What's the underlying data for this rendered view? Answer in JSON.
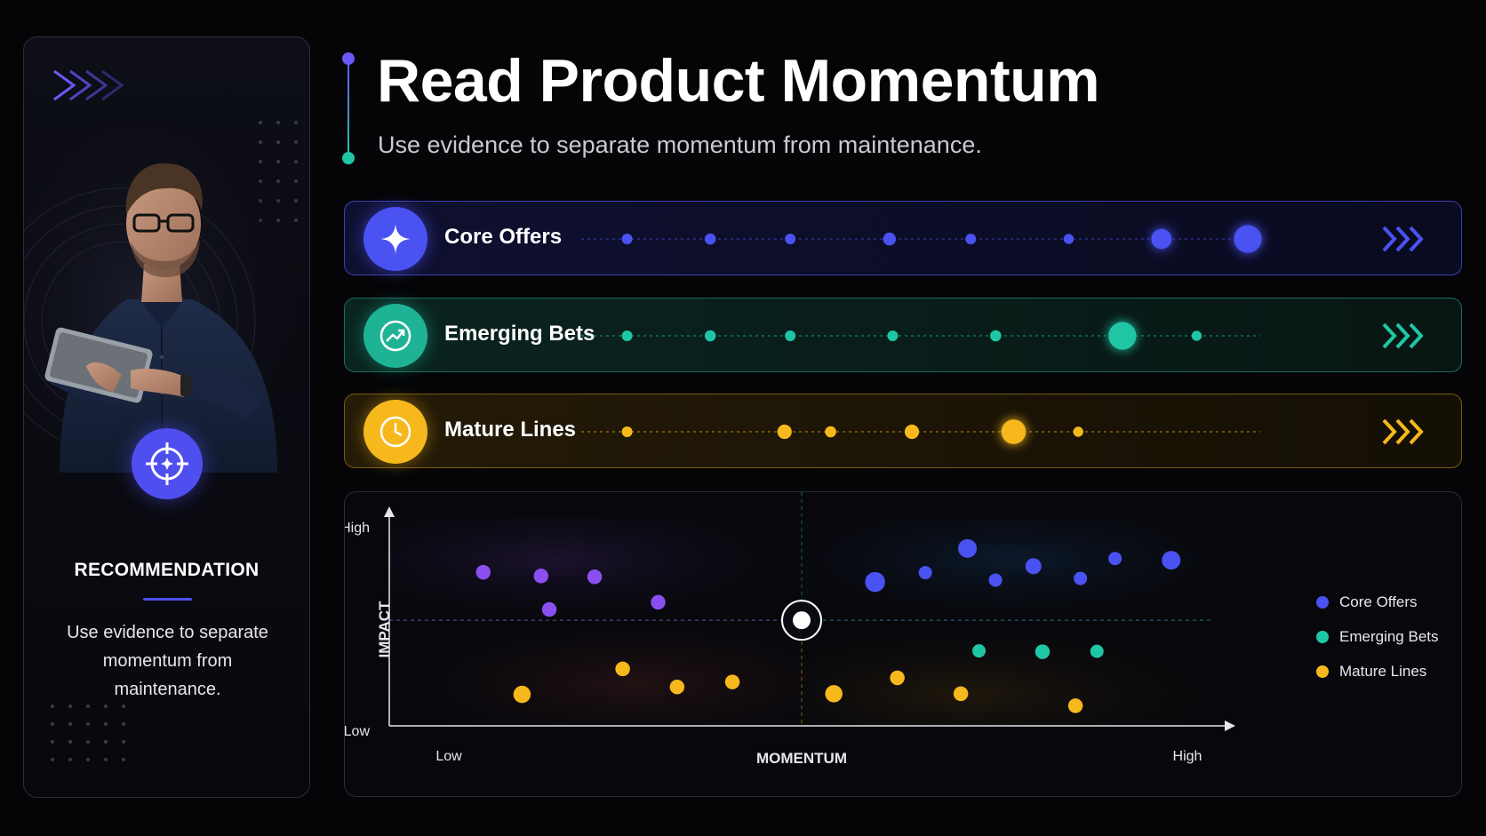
{
  "title": "Read Product Momentum",
  "subtitle": "Use evidence to separate momentum from maintenance.",
  "colors": {
    "core": "#4a52f2",
    "emerging": "#1fc6a6",
    "mature": "#f6b81c",
    "purple": "#8b4ff0",
    "accent": "#4f4ff0"
  },
  "recommendation": {
    "icon": "crosshair-icon",
    "title": "RECOMMENDATION",
    "text": "Use evidence to separate momentum from maintenance."
  },
  "rows": [
    {
      "key": "core",
      "label": "Core Offers",
      "icon": "sparkle-icon",
      "dots": [
        {
          "p": 0.03,
          "s": 1
        },
        {
          "p": 0.16,
          "s": 1.05
        },
        {
          "p": 0.285,
          "s": 1
        },
        {
          "p": 0.44,
          "s": 1.2
        },
        {
          "p": 0.567,
          "s": 1
        },
        {
          "p": 0.72,
          "s": 0.95
        },
        {
          "p": 0.865,
          "s": 1.9
        },
        {
          "p": 1.0,
          "s": 2.6
        }
      ]
    },
    {
      "key": "emerging",
      "label": "Emerging Bets",
      "icon": "trend-up-icon",
      "dots": [
        {
          "p": 0.03,
          "s": 1
        },
        {
          "p": 0.16,
          "s": 1.05
        },
        {
          "p": 0.285,
          "s": 1
        },
        {
          "p": 0.445,
          "s": 1
        },
        {
          "p": 0.606,
          "s": 1.05
        },
        {
          "p": 0.804,
          "s": 2.6
        },
        {
          "p": 0.92,
          "s": 0.95
        }
      ]
    },
    {
      "key": "mature",
      "label": "Mature Lines",
      "icon": "clock-icon",
      "dots": [
        {
          "p": 0.03,
          "s": 1
        },
        {
          "p": 0.276,
          "s": 1.35
        },
        {
          "p": 0.348,
          "s": 1.05
        },
        {
          "p": 0.475,
          "s": 1.35
        },
        {
          "p": 0.634,
          "s": 2.3
        },
        {
          "p": 0.735,
          "s": 0.95
        }
      ]
    }
  ],
  "chart_data": {
    "type": "scatter",
    "xlabel": "MOMENTUM",
    "ylabel": "IMPACT",
    "x_ticks": [
      "Low",
      "High"
    ],
    "y_ticks": [
      "Low",
      "High"
    ],
    "xlim": [
      0,
      100
    ],
    "ylim": [
      0,
      100
    ],
    "center": {
      "x": 50,
      "y": 51
    },
    "series": [
      {
        "name": "Core Offers",
        "key": "core",
        "points": [
          [
            58.9,
            69.5,
            1.5
          ],
          [
            65.0,
            74.0,
            1.0
          ],
          [
            70.1,
            85.7,
            1.4
          ],
          [
            73.5,
            70.4,
            1.0
          ],
          [
            78.1,
            77.1,
            1.2
          ],
          [
            83.8,
            71.2,
            1.0
          ],
          [
            88.0,
            80.8,
            1.0
          ],
          [
            94.8,
            80.0,
            1.4
          ]
        ]
      },
      {
        "name": "Emerging Bets",
        "key": "emerging",
        "points": [
          [
            71.5,
            36.2,
            1.0
          ],
          [
            79.2,
            35.8,
            1.1
          ],
          [
            85.8,
            36.0,
            1.0
          ]
        ]
      },
      {
        "name": "Mature Lines",
        "key": "mature",
        "points": [
          [
            16.1,
            15.2,
            1.3
          ],
          [
            28.3,
            27.5,
            1.1
          ],
          [
            34.9,
            18.8,
            1.1
          ],
          [
            41.6,
            21.2,
            1.1
          ],
          [
            53.9,
            15.5,
            1.3
          ],
          [
            61.6,
            23.2,
            1.1
          ],
          [
            69.3,
            15.5,
            1.1
          ],
          [
            83.2,
            9.7,
            1.1
          ]
        ]
      },
      {
        "key": "purple",
        "points": [
          [
            11.4,
            74.2,
            1.1
          ],
          [
            18.4,
            72.4,
            1.1
          ],
          [
            19.4,
            56.2,
            1.1
          ],
          [
            24.9,
            72.0,
            1.1
          ],
          [
            32.6,
            59.7,
            1.1
          ]
        ]
      }
    ],
    "legend": [
      "Core Offers",
      "Emerging Bets",
      "Mature Lines"
    ],
    "legend_position": "right"
  }
}
